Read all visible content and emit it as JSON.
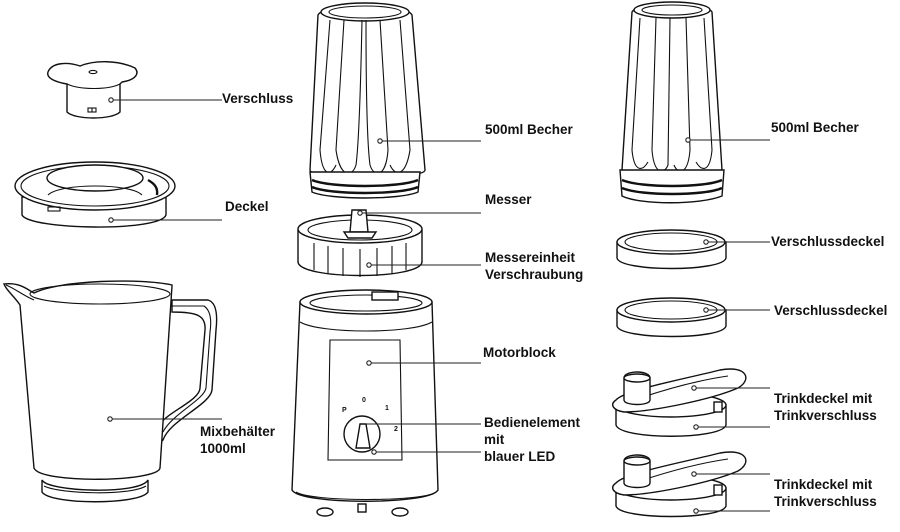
{
  "diagram": {
    "title": "Blender parts overview",
    "labels": {
      "verschluss": "Verschluss",
      "deckel": "Deckel",
      "mixbehaelter_line1": "Mixbehälter",
      "mixbehaelter_line2": "1000ml",
      "becher_center": "500ml Becher",
      "messer": "Messer",
      "messereinheit_line1": "Messereinheit",
      "messereinheit_line2": "Verschraubung",
      "motorblock": "Motorblock",
      "bedien_line1": "Bedienelement",
      "bedien_line2": "mit",
      "bedien_line3": "blauer LED",
      "becher_right": "500ml Becher",
      "verschlussdeckel_1": "Verschlussdeckel",
      "verschlussdeckel_2": "Verschlussdeckel",
      "trinkdeckel_1_line1": "Trinkdeckel mit",
      "trinkdeckel_1_line2": "Trinkverschluss",
      "trinkdeckel_2_line1": "Trinkdeckel mit",
      "trinkdeckel_2_line2": "Trinkverschluss"
    },
    "dial_positions": [
      "P",
      "0",
      "1",
      "2"
    ]
  }
}
